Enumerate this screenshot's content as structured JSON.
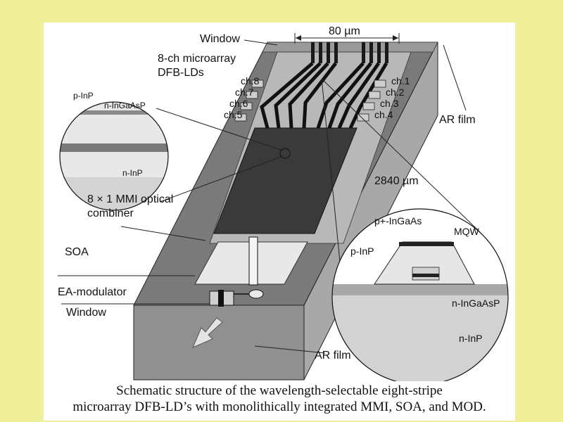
{
  "colors": {
    "page_background": "#f0f09a",
    "panel": "#ffffff",
    "chip_top": "#7a7a7a",
    "chip_front": "#909090",
    "chip_side": "#a8a8a8",
    "mmi": "#3a3a3a",
    "soa": "#e8e8e8"
  },
  "labels": {
    "window_top": "Window",
    "width_80": "80 µm",
    "microarray_line1": "8-ch microarray",
    "microarray_line2": "DFB-LDs",
    "ch8": "ch.8",
    "ch7": "ch.7",
    "ch6": "ch.6",
    "ch5": "ch.5",
    "ch1": "ch.1",
    "ch2": "ch.2",
    "ch3": "ch.3",
    "ch4": "ch.4",
    "ar_film_right": "AR film",
    "length_2840": "2840 µm",
    "mmi_line1": "8 × 1 MMI optical",
    "mmi_line2": "combiner",
    "soa": "SOA",
    "ea_modulator": "EA-modulator",
    "window_bottom": "Window",
    "ar_film_bottom": "AR film"
  },
  "inset_left": {
    "p_inp": "p-InP",
    "n_ingaasp": "n-InGaAsP",
    "n_inp": "n-InP"
  },
  "inset_right": {
    "p_ingaas": "p+-InGaAs",
    "mqw": "MQW",
    "p_inp": "p-InP",
    "n_ingaasp": "n-InGaAsP",
    "n_inp": "n-InP"
  },
  "caption": {
    "line1": "Schematic structure of the wavelength-selectable eight-stripe",
    "line2": "microarray DFB-LD’s with monolithically integrated MMI, SOA, and MOD."
  }
}
